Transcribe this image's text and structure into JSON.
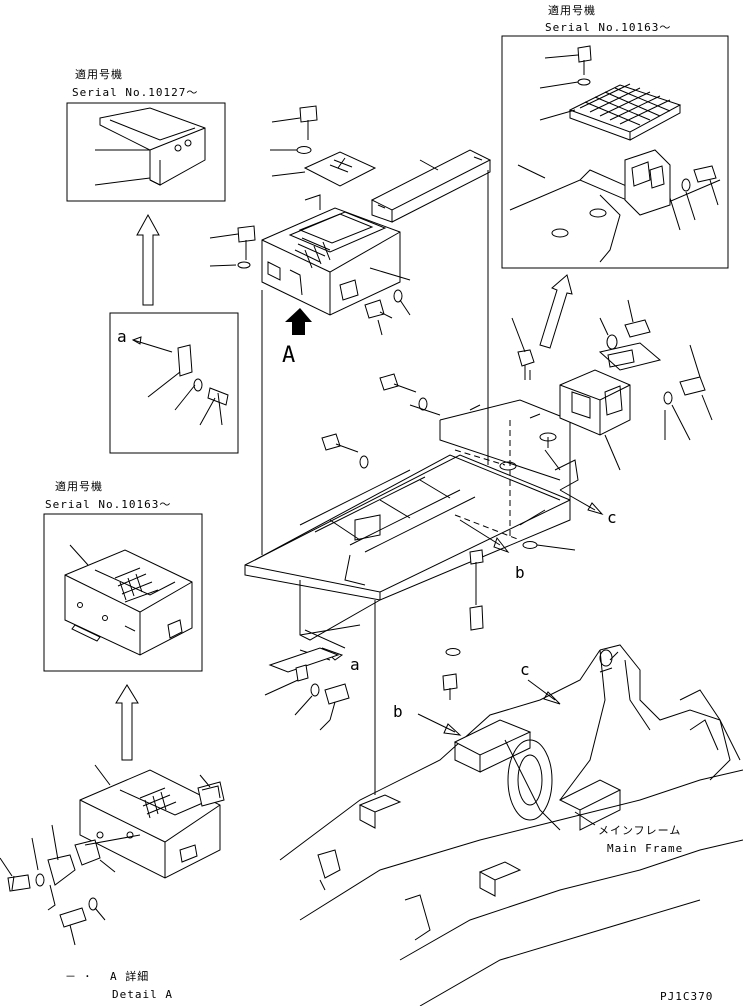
{
  "insets": {
    "top_left": {
      "title_jp": "適用号機",
      "serial": "Serial No.10127～"
    },
    "top_right": {
      "title_jp": "適用号機",
      "serial": "Serial No.10163～"
    },
    "mid_left": {
      "title_jp": "適用号機",
      "serial": "Serial No.10163～"
    }
  },
  "detail": {
    "title_jp": "A 詳細",
    "title_en": "Detail A",
    "dash": "－ ･"
  },
  "callouts": {
    "A": "A",
    "a_inset": "a",
    "a_main": "a",
    "b_main": "b",
    "b_frame": "b",
    "c_main": "c",
    "c_frame": "c"
  },
  "main_frame": {
    "label_jp": "メインフレーム",
    "label_en": "Main Frame"
  },
  "drawing_code": "PJ1C370"
}
